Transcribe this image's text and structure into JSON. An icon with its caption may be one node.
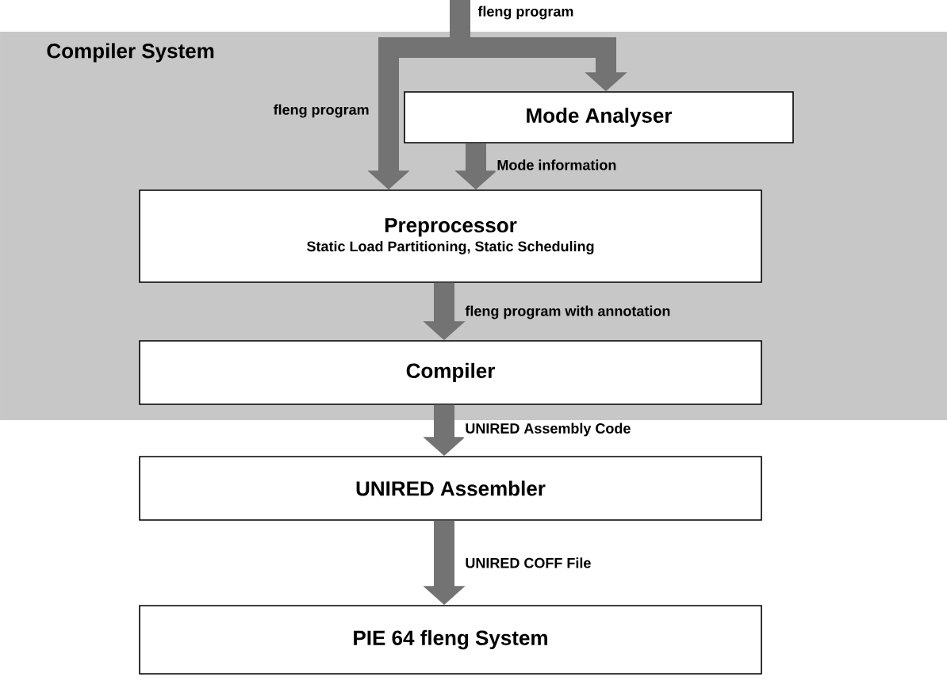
{
  "diagram": {
    "nodes": [
      {
        "text": [
          "Compiler System"
        ]
      },
      {
        "text": [
          "Mode Analyser"
        ],
        "in": 0
      },
      {
        "text": [
          "Preprocessor",
          "Static Load Partitioning, Static Scheduling"
        ],
        "in": 0
      },
      {
        "text": [
          "Compiler"
        ],
        "in": 0
      },
      {
        "text": [
          "UNIRED Assembler"
        ]
      },
      {
        "text": [
          "PIE 64 fleng System"
        ]
      }
    ],
    "edges": [
      {
        "from": null,
        "to": 2,
        "arrow": "to",
        "label": "fleng program"
      },
      {
        "from": null,
        "to": 1,
        "arrow": "to",
        "label": "fleng program"
      },
      {
        "from": 1,
        "to": 2,
        "arrow": "to",
        "label": "Mode information"
      },
      {
        "from": 2,
        "to": 3,
        "arrow": "to",
        "label": "fleng program with annotation"
      },
      {
        "from": 3,
        "to": 4,
        "arrow": "to",
        "label": "UNIRED Assembly Code"
      },
      {
        "from": 4,
        "to": 5,
        "arrow": "to",
        "label": "UNIRED COFF File"
      }
    ]
  }
}
